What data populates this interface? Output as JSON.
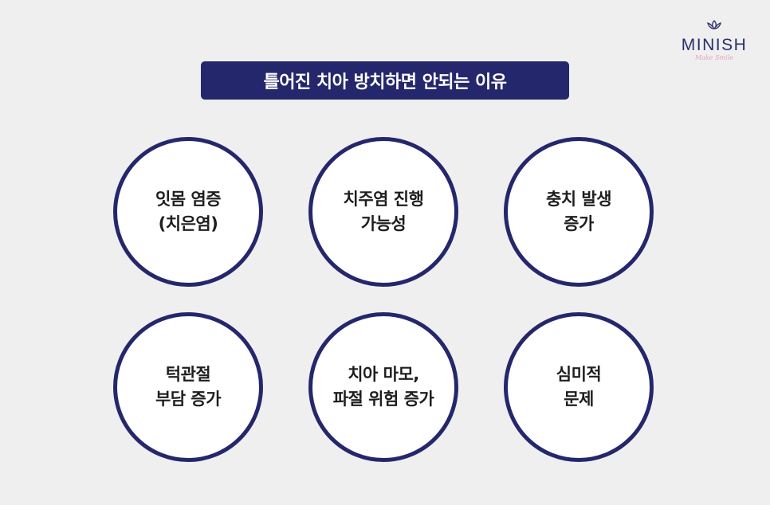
{
  "logo": {
    "brand": "MINISH",
    "tagline": "Make Smile",
    "icon": "tulip-icon"
  },
  "title": "틀어진 치아 방치하면 안되는 이유",
  "items": [
    {
      "line1": "잇몸 염증",
      "line2": "(치은염)"
    },
    {
      "line1": "치주염 진행",
      "line2": "가능성"
    },
    {
      "line1": "충치 발생",
      "line2": "증가"
    },
    {
      "line1": "턱관절",
      "line2": "부담 증가"
    },
    {
      "line1": "치아 마모,",
      "line2": "파절 위험 증가"
    },
    {
      "line1": "심미적",
      "line2": "문제"
    }
  ],
  "colors": {
    "navy": "#25276c",
    "background": "#efeff0",
    "accent_pink": "#e8a1b5"
  }
}
